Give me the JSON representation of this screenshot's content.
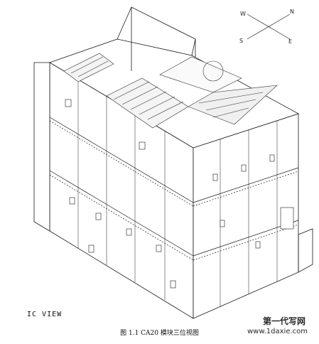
{
  "figure": {
    "view_label": "IC VIEW",
    "caption": "图 1.1 CA20 模块三位视图",
    "watermark_line1": "第一代写网",
    "watermark_line2": "www.1daxie.com"
  },
  "compass": {
    "north": "N",
    "south": "S",
    "east": "E",
    "west": "W"
  },
  "colors": {
    "line": "#1a1a1a",
    "hatch": "#333333",
    "background": "#ffffff"
  }
}
